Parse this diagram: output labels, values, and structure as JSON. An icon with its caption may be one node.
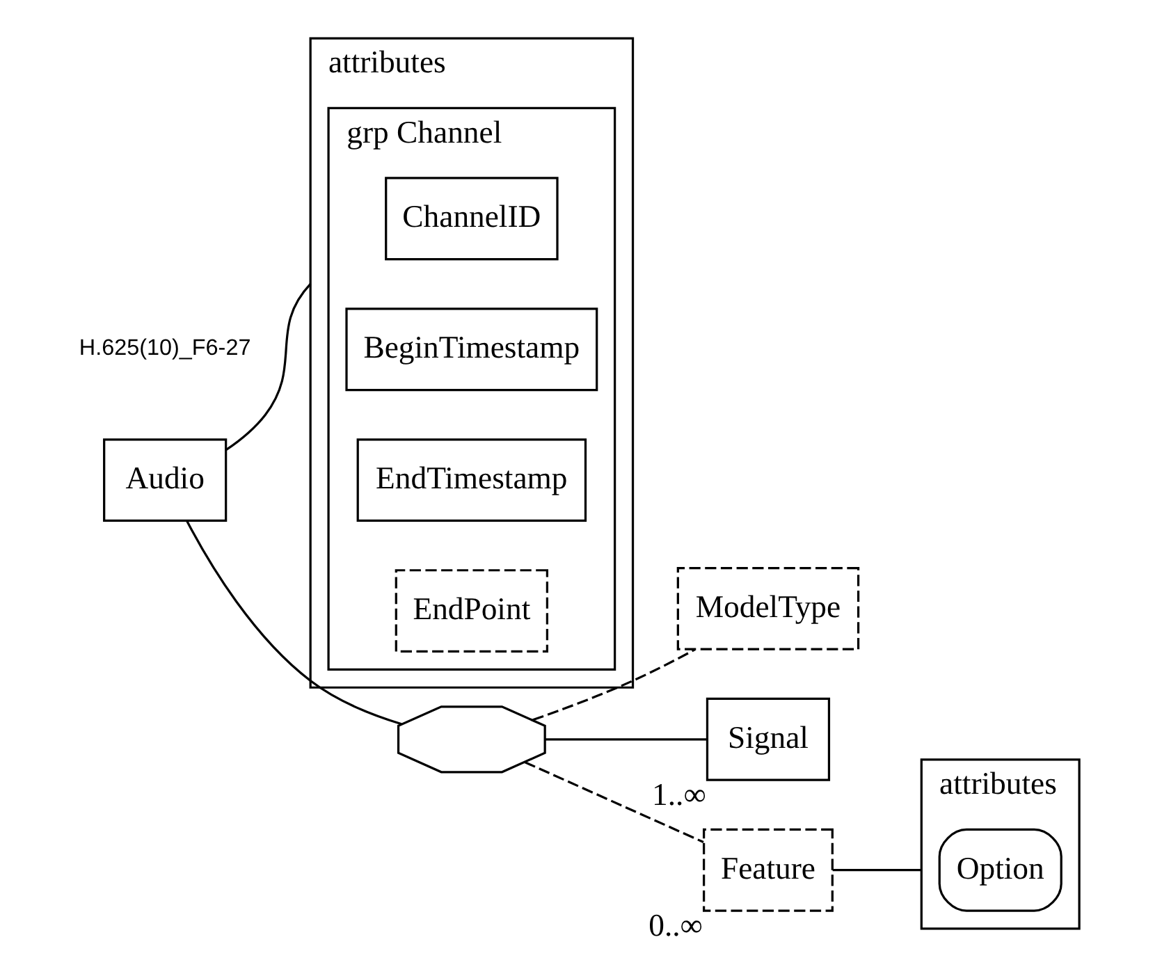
{
  "diagram": {
    "nodes": [
      {
        "text": [
          "Audio"
        ]
      },
      {
        "text": [
          "attributes"
        ]
      },
      {
        "text": [
          "grp Channel"
        ],
        "in": 1
      },
      {
        "text": [
          "ChannelID"
        ],
        "in": 2
      },
      {
        "text": [
          "BeginTimestamp"
        ],
        "in": 2
      },
      {
        "text": [
          "EndTimestamp"
        ],
        "in": 2
      },
      {
        "text": [
          "EndPoint"
        ],
        "in": 2
      },
      {
        "text": [],
        "shape": "octagon"
      },
      {
        "text": [
          "ModelType"
        ]
      },
      {
        "text": [
          "Signal"
        ],
        "beside": [
          "1..∞"
        ]
      },
      {
        "text": [
          "Feature"
        ],
        "beside": [
          "0..∞"
        ]
      },
      {
        "text": [
          "attributes"
        ]
      },
      {
        "text": [
          "Option"
        ],
        "in": 11
      }
    ],
    "edges": [
      {
        "from": 0,
        "to": 1,
        "arrow": "none"
      },
      {
        "from": 0,
        "to": 7,
        "arrow": "none"
      },
      {
        "from": 7,
        "to": 8,
        "arrow": "none",
        "style": "dashed"
      },
      {
        "from": 7,
        "to": 9,
        "arrow": "none"
      },
      {
        "from": 7,
        "to": 10,
        "arrow": "none",
        "style": "dashed"
      },
      {
        "from": 10,
        "to": 11,
        "arrow": "none"
      }
    ],
    "labels": [
      "H.625(10)_F6-27"
    ]
  }
}
